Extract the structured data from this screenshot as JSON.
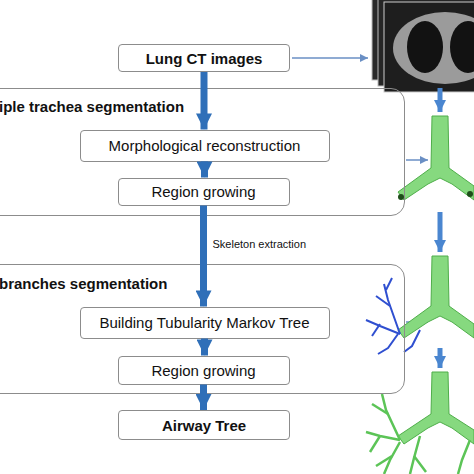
{
  "diagram": {
    "nodes": [
      {
        "text": [
          "Lung CT images"
        ]
      },
      {
        "text": [
          "iple trachea segmentation"
        ]
      },
      {
        "text": [
          "Morphological reconstruction"
        ],
        "in": 1
      },
      {
        "text": [
          "Region growing"
        ],
        "in": 1
      },
      {
        "text": [
          "branches segmentation"
        ]
      },
      {
        "text": [
          "Building Tubularity Markov Tree"
        ],
        "in": 4
      },
      {
        "text": [
          "Region growing"
        ],
        "in": 4
      },
      {
        "text": [
          "Airway Tree"
        ]
      }
    ],
    "edges": [
      {
        "from": 0,
        "to": 2,
        "arrow": "to"
      },
      {
        "from": 2,
        "to": 3,
        "arrow": "to"
      },
      {
        "from": 3,
        "to": 5,
        "label": "Skeleton extraction",
        "arrow": "to"
      },
      {
        "from": 5,
        "to": 6,
        "arrow": "to"
      },
      {
        "from": 6,
        "to": 7,
        "arrow": "to"
      }
    ]
  }
}
